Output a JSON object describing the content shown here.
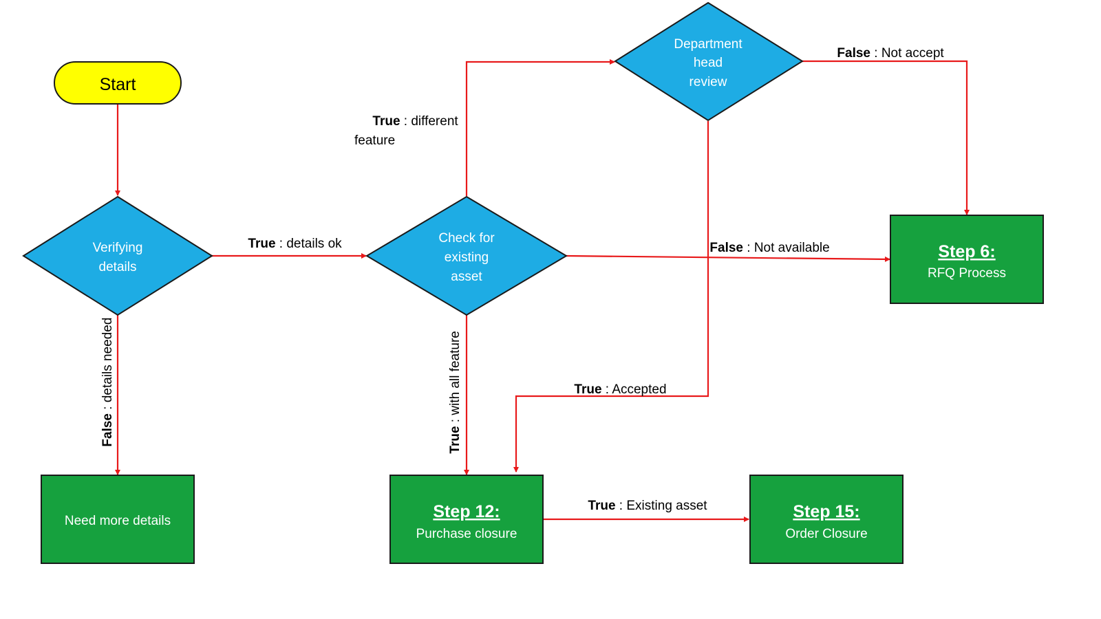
{
  "colors": {
    "terminal_fill": "#ffff00",
    "decision_fill": "#1eace4",
    "process_fill": "#16a13e",
    "outline": "#1a1a1a",
    "connector": "#e8191a",
    "label_text": "#000000",
    "node_text_light": "#ffffff"
  },
  "nodes": {
    "start": {
      "label": "Start"
    },
    "verify": {
      "line1": "Verifying",
      "line2": "details"
    },
    "check": {
      "line1": "Check for",
      "line2": "existing",
      "line3": "asset"
    },
    "dept": {
      "line1": "Department",
      "line2": "head",
      "line3": "review"
    },
    "need_more": {
      "label": "Need more details"
    },
    "step6": {
      "title": "Step 6:",
      "subtitle": "RFQ Process"
    },
    "step12": {
      "title": "Step 12:",
      "subtitle": "Purchase closure"
    },
    "step15": {
      "title": "Step 15:",
      "subtitle": "Order Closure"
    }
  },
  "edges": {
    "verify_to_check": {
      "keyword": "True",
      "text": " : details ok"
    },
    "verify_to_need": {
      "keyword": "False",
      "text": " : details needed"
    },
    "check_to_dept": {
      "keyword": "True",
      "text_line1": " : different",
      "text_line2": "feature"
    },
    "check_to_step6": {
      "keyword": "False",
      "text": " : Not available"
    },
    "check_to_step12": {
      "keyword": "True",
      "text": " : with all feature"
    },
    "dept_to_step6": {
      "keyword": "False",
      "text": " : Not accept"
    },
    "dept_to_step12": {
      "keyword": "True",
      "text": " : Accepted"
    },
    "step12_to_step15": {
      "keyword": "True",
      "text": " : Existing asset"
    }
  }
}
